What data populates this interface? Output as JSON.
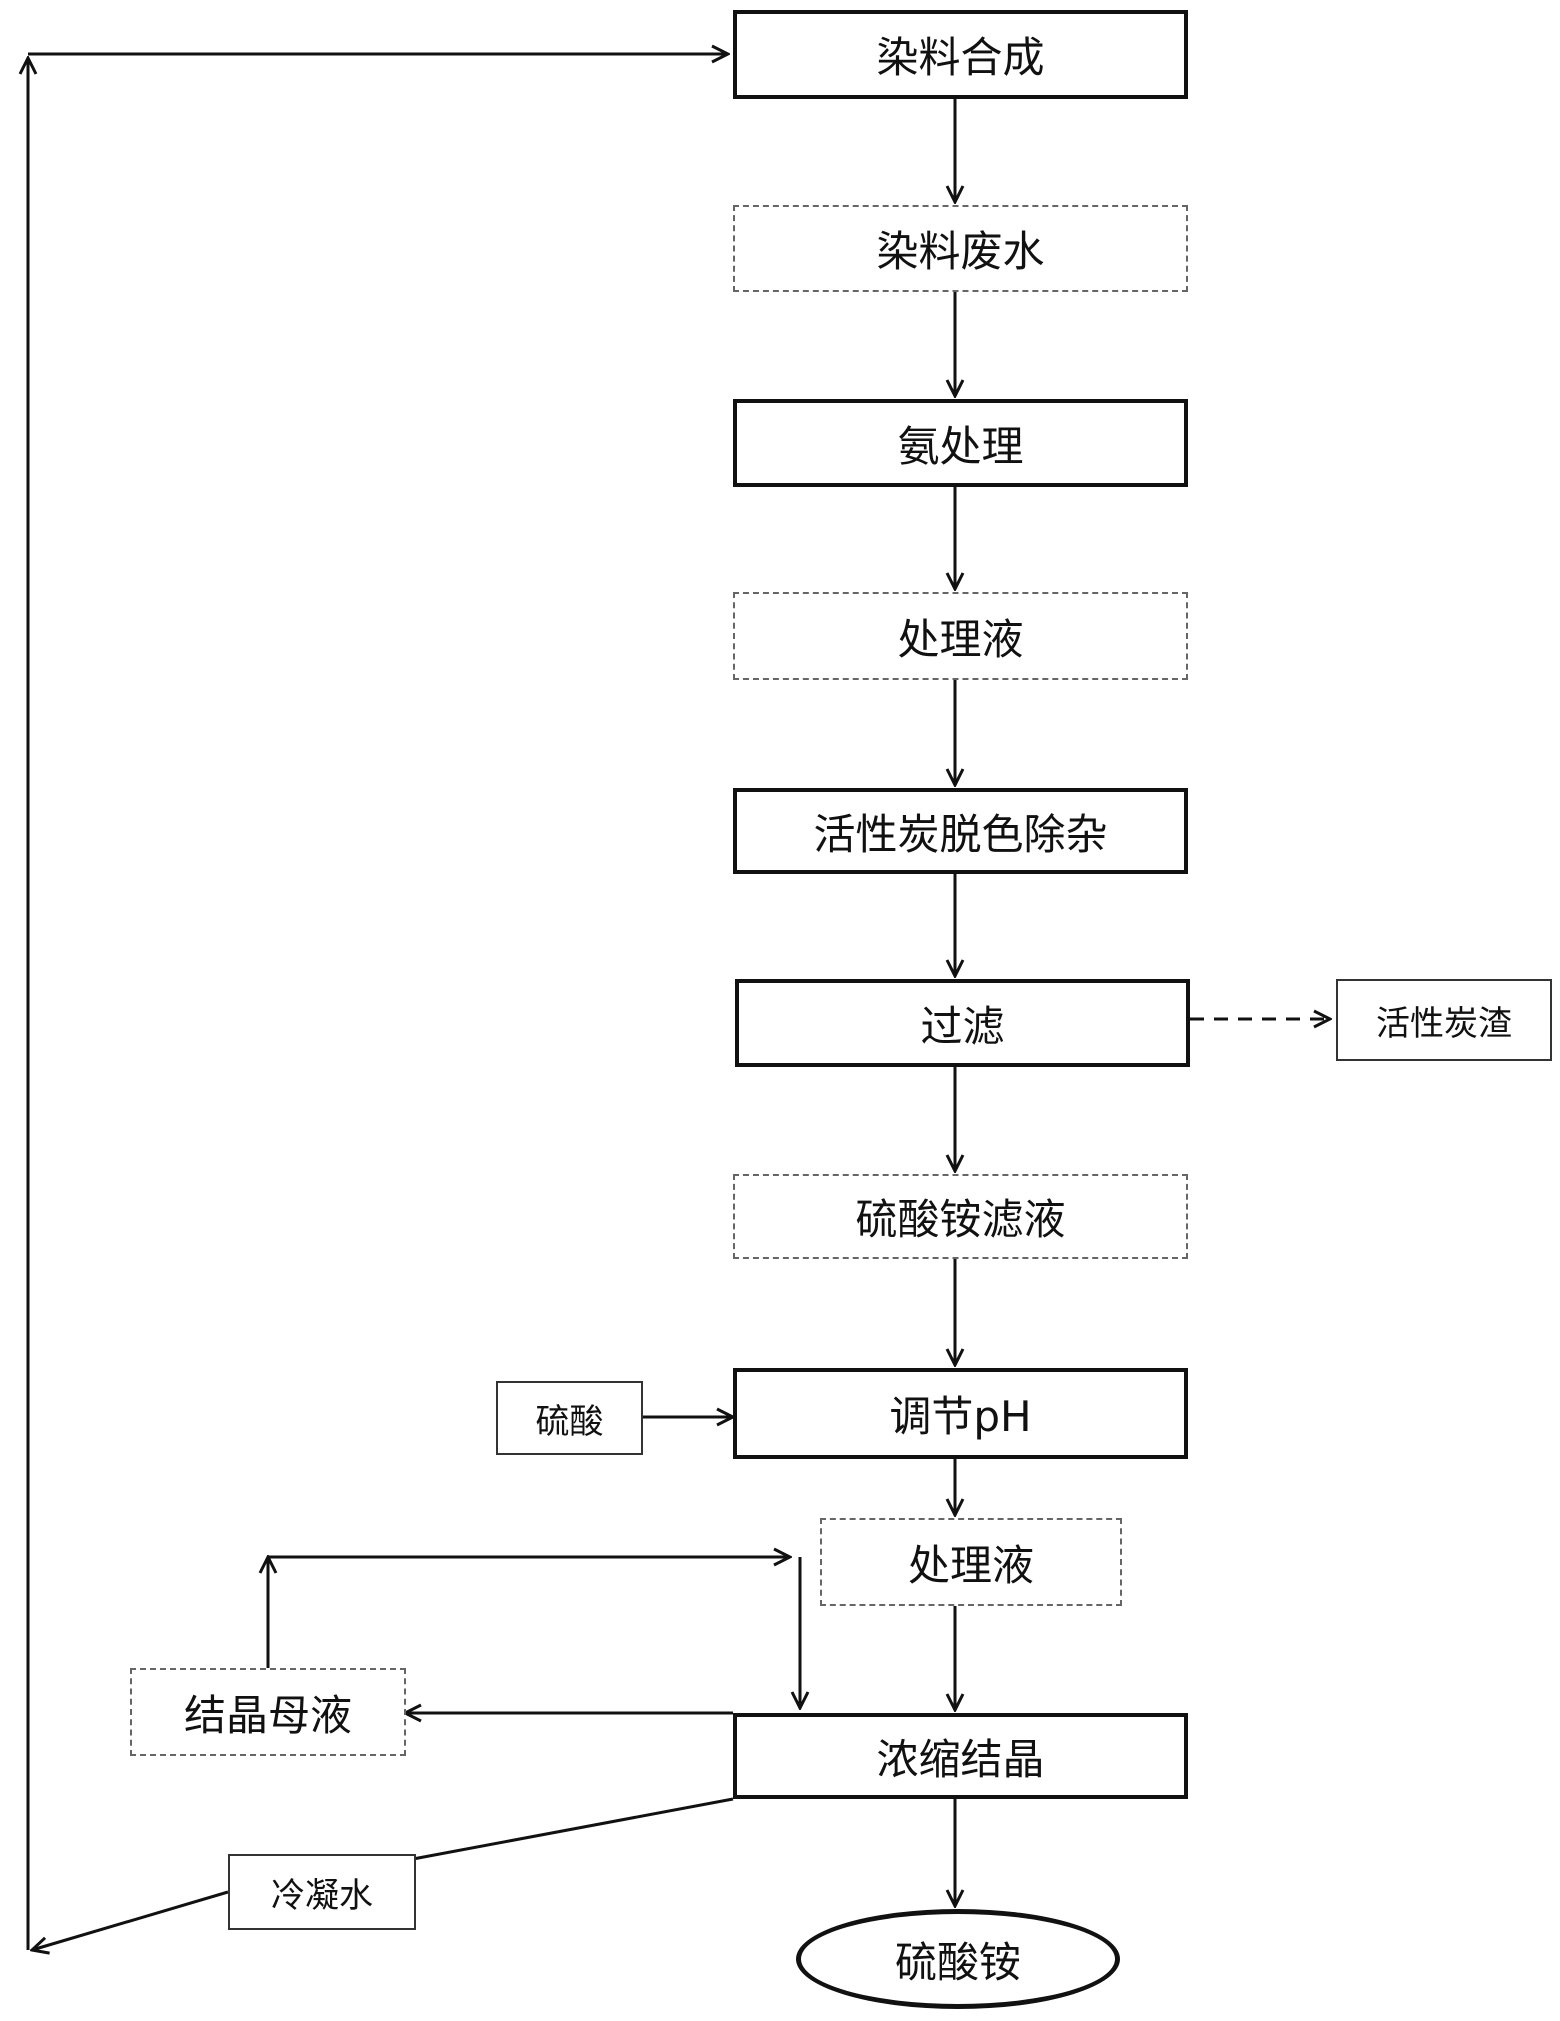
{
  "nodes": {
    "dye_synthesis": "染料合成",
    "dye_wastewater": "染料废水",
    "ammonia_treatment": "氨处理",
    "treated_liquid_1": "处理液",
    "carbon_decolor": "活性炭脱色除杂",
    "filtration": "过滤",
    "carbon_residue": "活性炭渣",
    "ammonium_sulfate_filtrate": "硫酸铵滤液",
    "sulfuric_acid": "硫酸",
    "adjust_ph": "调节pH",
    "treated_liquid_2": "处理液",
    "mother_liquor": "结晶母液",
    "concentrate_crystallize": "浓缩结晶",
    "condensate_water": "冷凝水",
    "ammonium_sulfate": "硫酸铵"
  }
}
